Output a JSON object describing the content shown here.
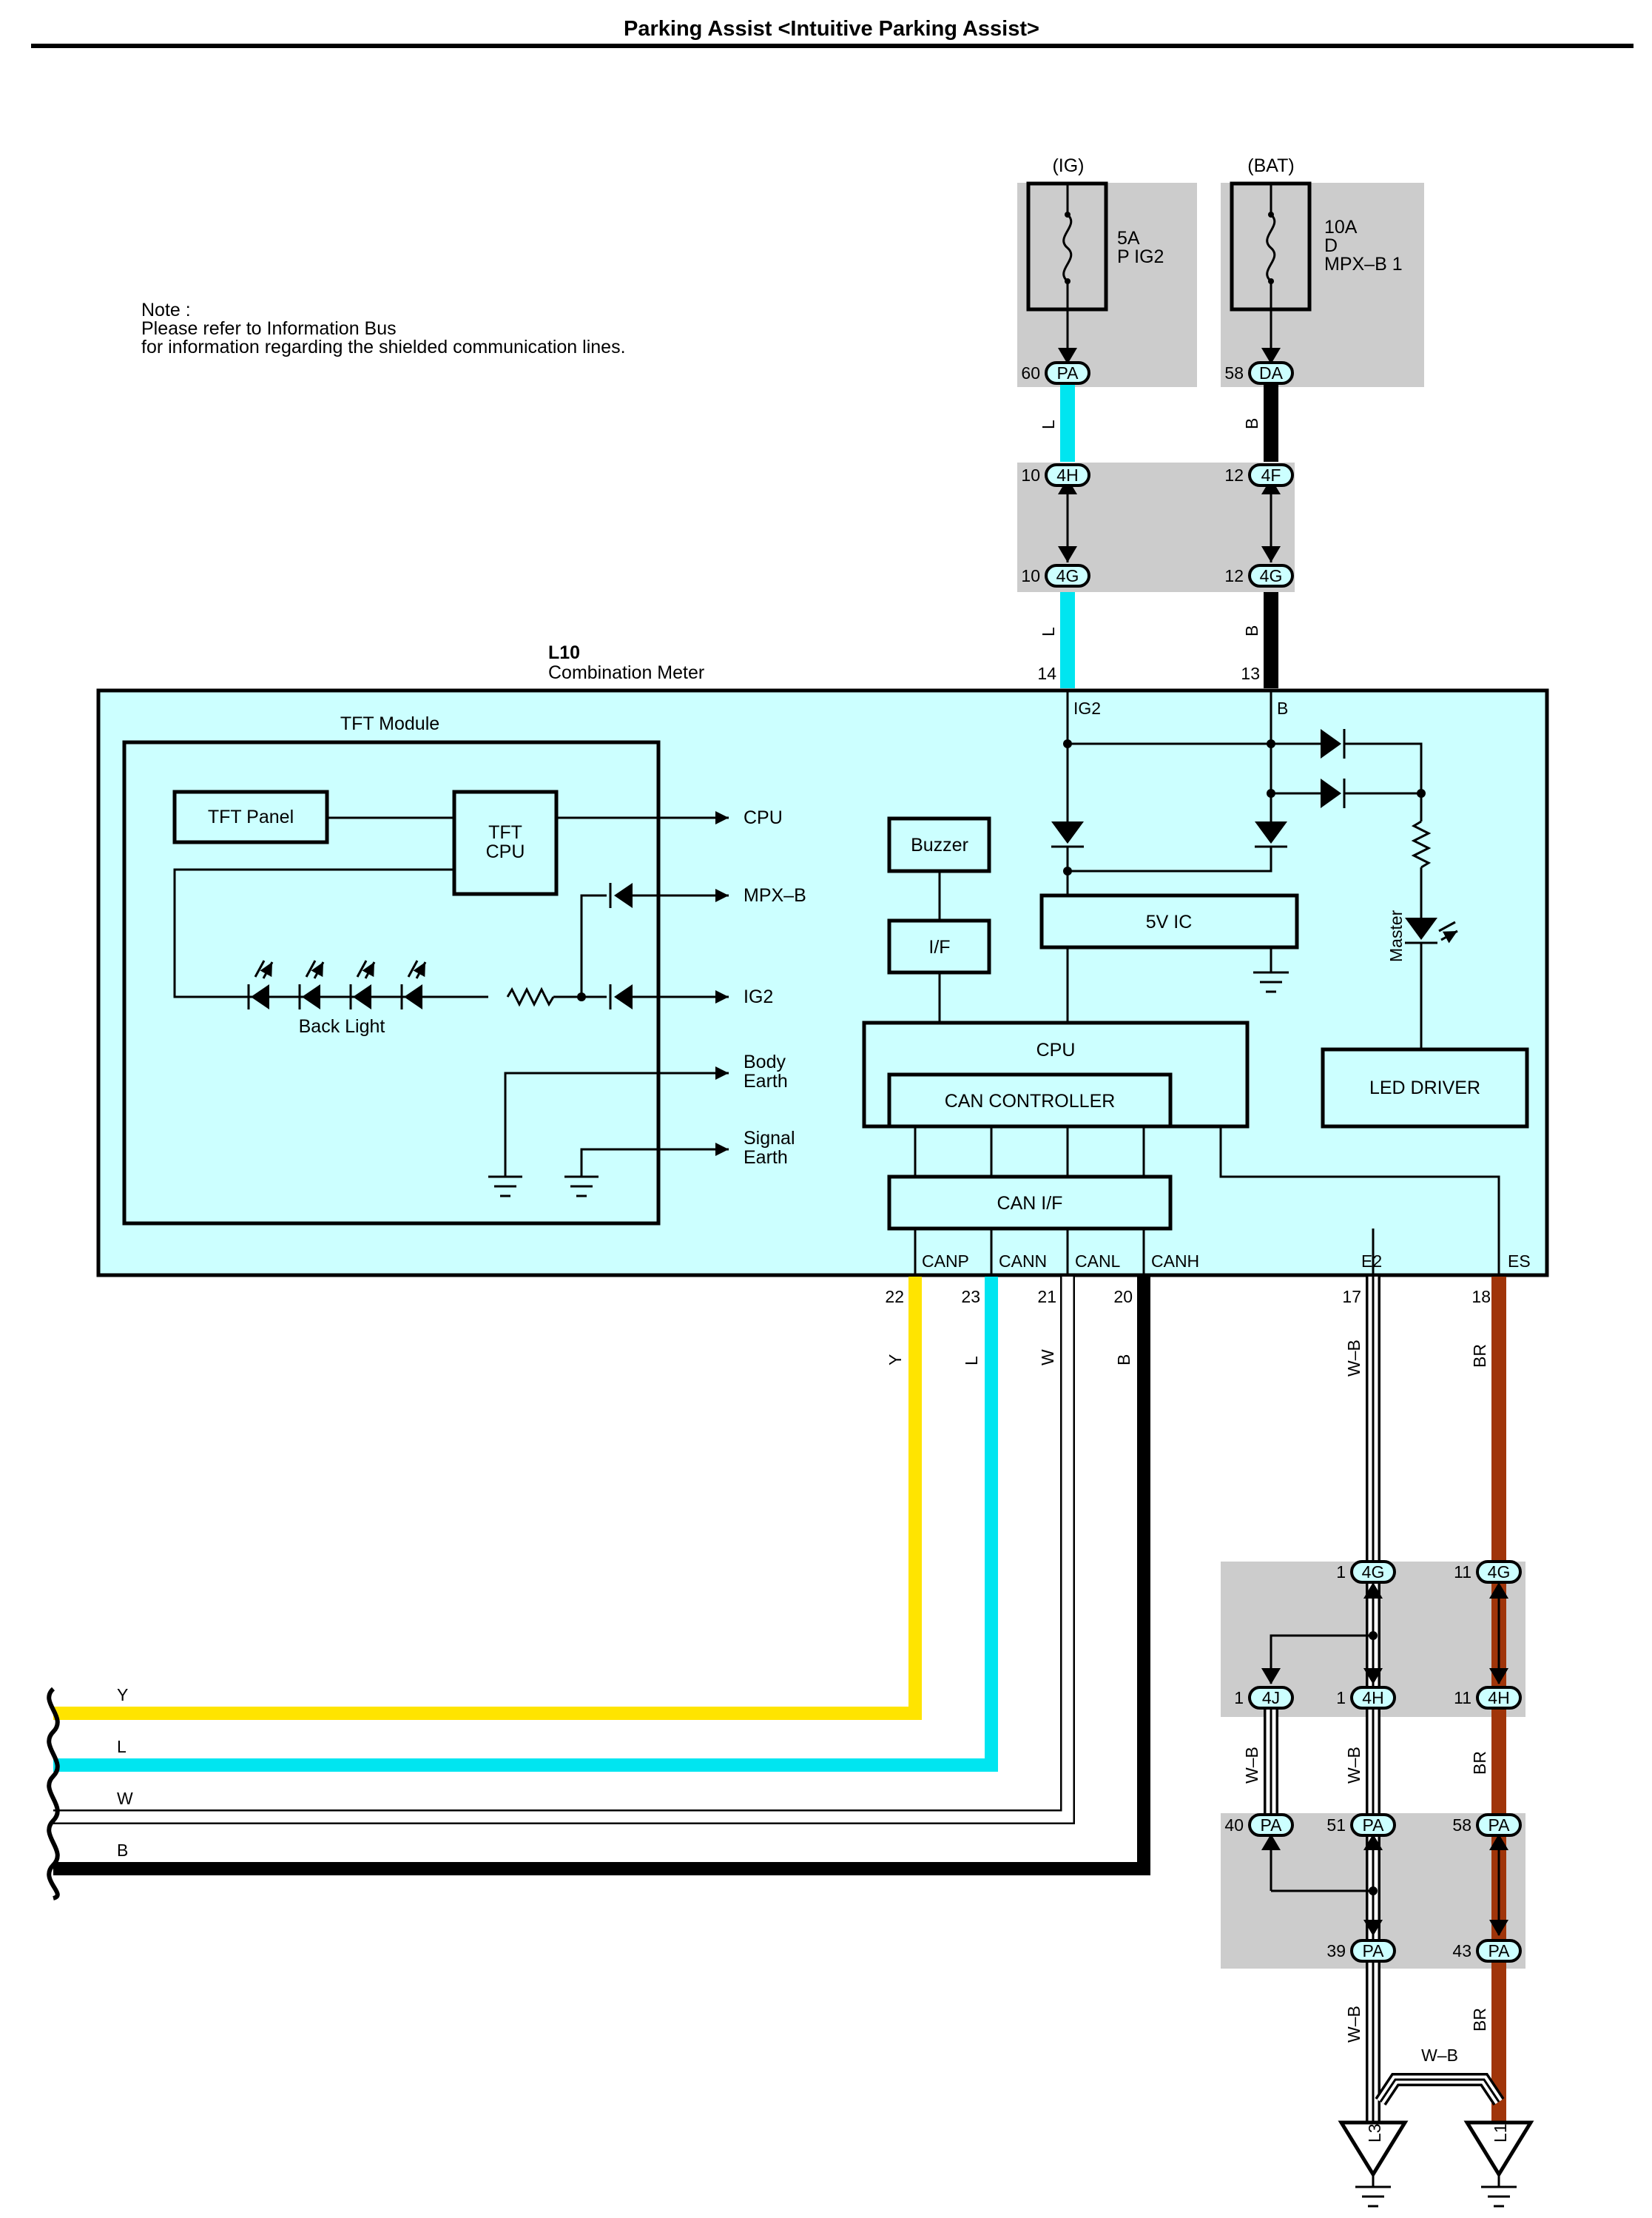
{
  "title": "Parking Assist <Intuitive Parking Assist>",
  "note": {
    "line1": "Note :",
    "line2": "Please refer to Information Bus",
    "line3": "for information regarding the shielded communication lines."
  },
  "fuses": [
    {
      "supply": "(IG)",
      "rating": "5A",
      "name": "P IG2"
    },
    {
      "supply": "(BAT)",
      "rating": "10A",
      "code": "D",
      "name": "MPX–B 1"
    }
  ],
  "junctions": {
    "pa60": {
      "pin": "60",
      "code": "PA"
    },
    "da58": {
      "pin": "58",
      "code": "DA"
    },
    "h4_10": {
      "pin": "10",
      "code": "4H"
    },
    "f4_12": {
      "pin": "12",
      "code": "4F"
    },
    "g4_10": {
      "pin": "10",
      "code": "4G"
    },
    "g4_12": {
      "pin": "12",
      "code": "4G"
    },
    "g4_1": {
      "pin": "1",
      "code": "4G"
    },
    "g4_11": {
      "pin": "11",
      "code": "4G"
    },
    "j4_1": {
      "pin": "1",
      "code": "4J"
    },
    "h4_1": {
      "pin": "1",
      "code": "4H"
    },
    "h4_11": {
      "pin": "11",
      "code": "4H"
    },
    "pa40": {
      "pin": "40",
      "code": "PA"
    },
    "pa51": {
      "pin": "51",
      "code": "PA"
    },
    "pa58": {
      "pin": "58",
      "code": "PA"
    },
    "pa39": {
      "pin": "39",
      "code": "PA"
    },
    "pa43": {
      "pin": "43",
      "code": "PA"
    }
  },
  "wire_colors": {
    "L": "L",
    "B": "B",
    "Y": "Y",
    "W": "W",
    "WB": "W–B",
    "BR": "BR"
  },
  "meter": {
    "id": "L10",
    "name": "Combination Meter",
    "pins": {
      "ig2": "14",
      "bat": "13",
      "canp": "22",
      "cann": "23",
      "canl": "21",
      "canh": "20",
      "e2": "17",
      "es": "18"
    },
    "terms": {
      "ig2": "IG2",
      "b": "B",
      "canp": "CANP",
      "cann": "CANN",
      "canl": "CANL",
      "canh": "CANH",
      "e2": "E2",
      "es": "ES"
    },
    "tft_module": "TFT Module",
    "tft_panel": "TFT Panel",
    "tft_cpu_1": "TFT",
    "tft_cpu_2": "CPU",
    "back_light": "Back Light",
    "arrows": {
      "cpu": "CPU",
      "mpxb": "MPX–B",
      "ig2": "IG2",
      "body1": "Body",
      "body2": "Earth",
      "sig1": "Signal",
      "sig2": "Earth"
    },
    "buzzer": "Buzzer",
    "if": "I/F",
    "ic5v": "5V IC",
    "cpu": "CPU",
    "can_controller": "CAN CONTROLLER",
    "can_if": "CAN I/F",
    "master": "Master",
    "led_driver": "LED DRIVER"
  },
  "bus_wires": [
    "Y",
    "L",
    "W",
    "B"
  ],
  "grounds": [
    "L3",
    "L1"
  ],
  "colors": {
    "L": "#00e5f0",
    "B": "#000000",
    "Y": "#ffe400",
    "W": "#ffffff",
    "BR": "#a0350a",
    "meter_fill": "#ccffff",
    "connector_bg": "#cccccc"
  }
}
